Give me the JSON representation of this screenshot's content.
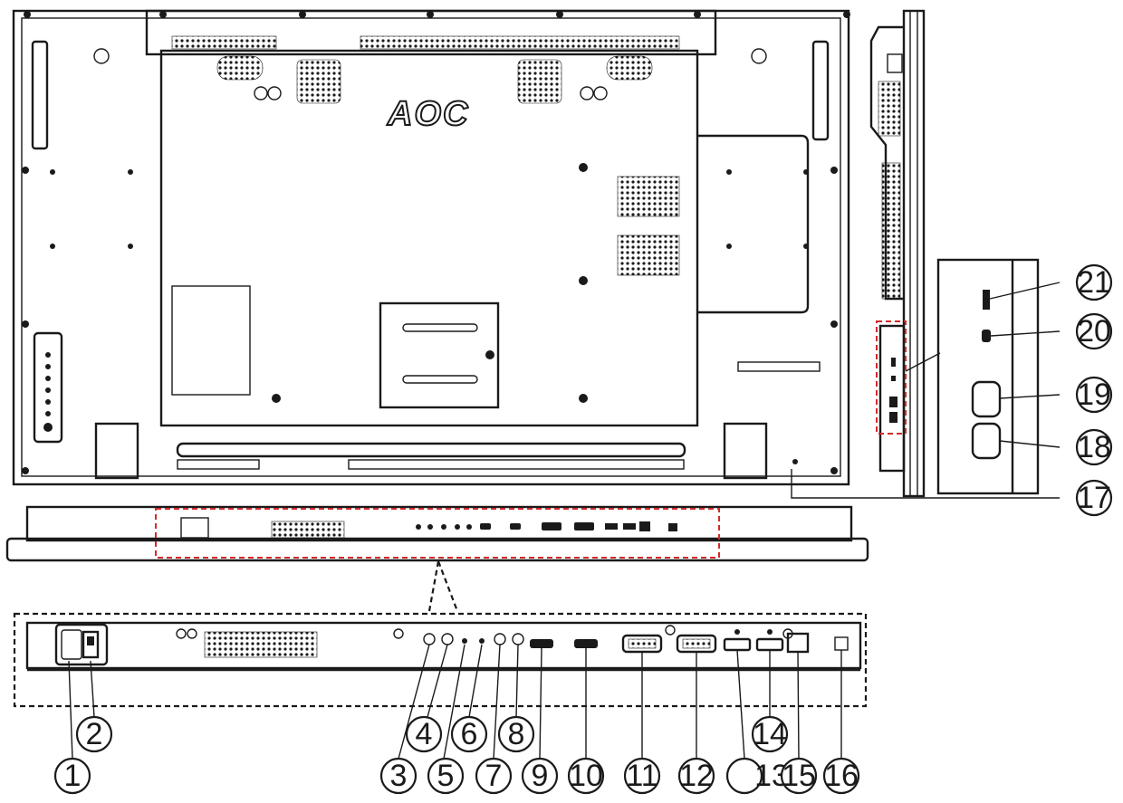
{
  "brand": {
    "logo_text": "AOC"
  },
  "callouts": [
    {
      "id": "c1",
      "label": "1"
    },
    {
      "id": "c2",
      "label": "2"
    },
    {
      "id": "c3",
      "label": "3"
    },
    {
      "id": "c4",
      "label": "4"
    },
    {
      "id": "c5",
      "label": "5"
    },
    {
      "id": "c6",
      "label": "6"
    },
    {
      "id": "c7",
      "label": "7"
    },
    {
      "id": "c8",
      "label": "8"
    },
    {
      "id": "c9",
      "label": "9"
    },
    {
      "id": "c10",
      "label": "10"
    },
    {
      "id": "c11",
      "label": "11"
    },
    {
      "id": "c12",
      "label": "12"
    },
    {
      "id": "c13",
      "label": "13"
    },
    {
      "id": "c14",
      "label": "14"
    },
    {
      "id": "c15",
      "label": "15"
    },
    {
      "id": "c16",
      "label": "16"
    },
    {
      "id": "c17",
      "label": "17"
    },
    {
      "id": "c18",
      "label": "18"
    },
    {
      "id": "c19",
      "label": "19"
    },
    {
      "id": "c20",
      "label": "20"
    },
    {
      "id": "c21",
      "label": "21"
    }
  ],
  "colors": {
    "line": "#1a1a1a",
    "highlight": "#d22a2a",
    "background": "#ffffff"
  }
}
